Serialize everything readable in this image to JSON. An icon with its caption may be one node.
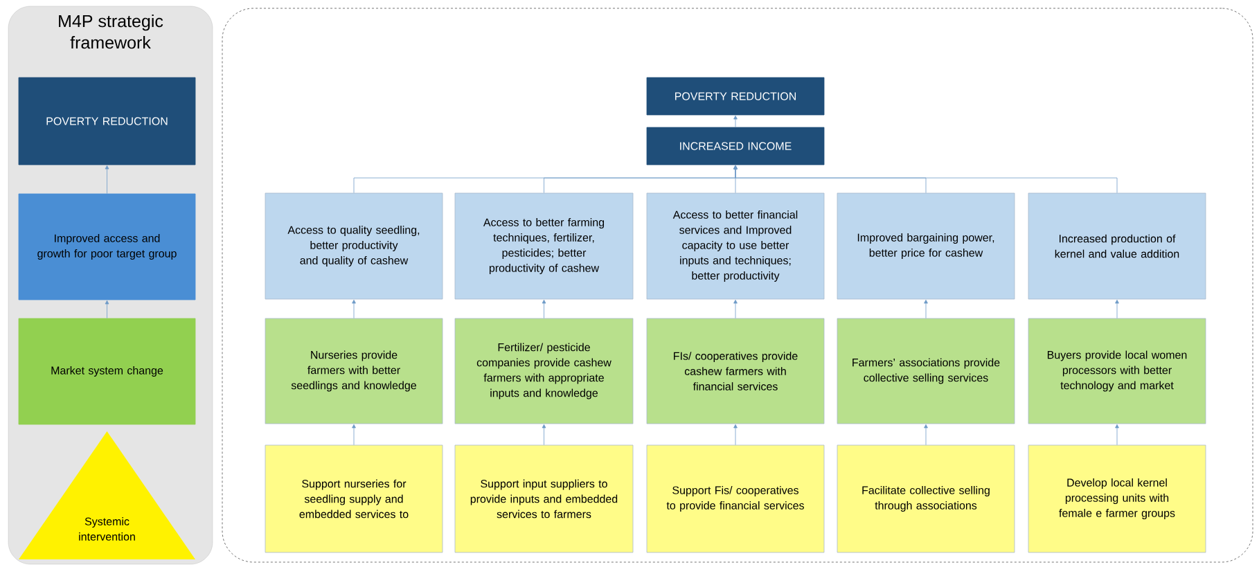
{
  "diagram": {
    "nodes": [
      {
        "text": [
          "M4P strategic framework"
        ]
      },
      {
        "text": [
          "POVERTY REDUCTION"
        ],
        "in": 0
      },
      {
        "text": [
          "Improved access and growth for poor target group"
        ],
        "in": 0
      },
      {
        "text": [
          "Market system change"
        ],
        "in": 0
      },
      {
        "text": [
          "Systemic intervention"
        ],
        "in": 0
      },
      {
        "text": [],
        "shape": "box"
      },
      {
        "text": [
          "POVERTY REDUCTION"
        ],
        "in": 5
      },
      {
        "text": [
          "INCREASED INCOME"
        ],
        "in": 5
      },
      {
        "text": [
          "Access to quality seedling, better productivity and quality of cashew"
        ],
        "in": 5
      },
      {
        "text": [
          "Access to better farming techniques, fertilizer, pesticides; better productivity of cashew"
        ],
        "in": 5
      },
      {
        "text": [
          "Access to better financial services and  Improved capacity to use better inputs and techniques; better productivity"
        ],
        "in": 5
      },
      {
        "text": [
          "Improved bargaining power, better price for cashew"
        ],
        "in": 5
      },
      {
        "text": [
          "Increased production of kernel and value addition"
        ],
        "in": 5
      },
      {
        "text": [
          "Nurseries provide farmers with better seedlings and knowledge"
        ],
        "in": 5
      },
      {
        "text": [
          "Fertilizer/ pesticide companies provide cashew farmers with appropriate inputs and knowledge"
        ],
        "in": 5
      },
      {
        "text": [
          "FIs/ cooperatives provide cashew  farmers with financial services"
        ],
        "in": 5
      },
      {
        "text": [
          "Farmers’ associations provide collective selling services"
        ],
        "in": 5
      },
      {
        "text": [
          "Buyers provide local women processors with better technology and market"
        ],
        "in": 5
      },
      {
        "text": [
          "Support nurseries for seedling supply and embedded services to"
        ],
        "in": 5
      },
      {
        "text": [
          "Support input suppliers to provide inputs and embedded services to farmers"
        ],
        "in": 5
      },
      {
        "text": [
          "Support Fis/ cooperatives to provide financial services"
        ],
        "in": 5
      },
      {
        "text": [
          "Facilitate collective selling through associations"
        ],
        "in": 5
      },
      {
        "text": [
          "Develop local kernel processing units with female e farmer groups"
        ],
        "in": 5
      }
    ],
    "edges": [
      {
        "from": 2,
        "to": 1,
        "arrow": "to"
      },
      {
        "from": 3,
        "to": 2,
        "arrow": "to"
      },
      {
        "from": 7,
        "to": 6,
        "arrow": "to"
      },
      {
        "from": 8,
        "to": 7,
        "arrow": "to"
      },
      {
        "from": 9,
        "to": 7,
        "arrow": "to"
      },
      {
        "from": 10,
        "to": 7,
        "arrow": "to"
      },
      {
        "from": 11,
        "to": 7,
        "arrow": "to"
      },
      {
        "from": 12,
        "to": 7,
        "arrow": "to"
      },
      {
        "from": 13,
        "to": 8,
        "arrow": "to"
      },
      {
        "from": 14,
        "to": 9,
        "arrow": "to"
      },
      {
        "from": 15,
        "to": 10,
        "arrow": "to"
      },
      {
        "from": 16,
        "to": 11,
        "arrow": "to"
      },
      {
        "from": 17,
        "to": 12,
        "arrow": "to"
      },
      {
        "from": 18,
        "to": 13,
        "arrow": "to"
      },
      {
        "from": 19,
        "to": 14,
        "arrow": "to"
      },
      {
        "from": 20,
        "to": 15,
        "arrow": "to"
      },
      {
        "from": 21,
        "to": 16,
        "arrow": "to"
      },
      {
        "from": 22,
        "to": 17,
        "arrow": "to"
      }
    ]
  }
}
